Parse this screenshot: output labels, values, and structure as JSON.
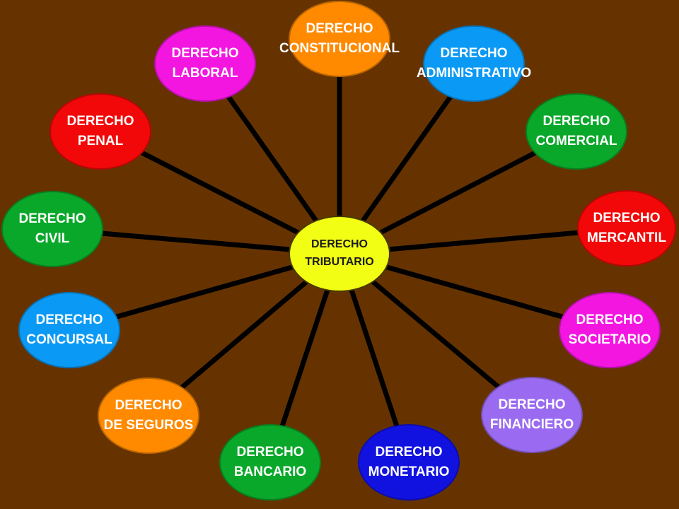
{
  "diagram": {
    "background": "#663300",
    "center": {
      "line1": "DERECHO",
      "line2": "TRIBUTARIO",
      "color": "#f2ff14"
    },
    "nodes": [
      {
        "id": "constitucional",
        "line1": "DERECHO",
        "line2": "CONSTITUCIONAL",
        "color": "#ff8a00"
      },
      {
        "id": "administrativo",
        "line1": "DERECHO",
        "line2": "ADMINISTRATIVO",
        "color": "#0a9af5"
      },
      {
        "id": "comercial",
        "line1": "DERECHO",
        "line2": "COMERCIAL",
        "color": "#0aa82a"
      },
      {
        "id": "mercantil",
        "line1": "DERECHO",
        "line2": "MERCANTIL",
        "color": "#f20808"
      },
      {
        "id": "societario",
        "line1": "DERECHO",
        "line2": "SOCIETARIO",
        "color": "#f316e0"
      },
      {
        "id": "financiero",
        "line1": "DERECHO",
        "line2": "FINANCIERO",
        "color": "#9a6bf0"
      },
      {
        "id": "monetario",
        "line1": "DERECHO",
        "line2": "MONETARIO",
        "color": "#1212e0"
      },
      {
        "id": "bancario",
        "line1": "DERECHO",
        "line2": "BANCARIO",
        "color": "#0aa82a"
      },
      {
        "id": "seguros",
        "line1": "DERECHO",
        "line2": "DE SEGUROS",
        "color": "#ff8a00"
      },
      {
        "id": "concursal",
        "line1": "DERECHO",
        "line2": "CONCURSAL",
        "color": "#0a9af5"
      },
      {
        "id": "civil",
        "line1": "DERECHO",
        "line2": "CIVIL",
        "color": "#0aa82a"
      },
      {
        "id": "penal",
        "line1": "DERECHO",
        "line2": "PENAL",
        "color": "#f20808"
      },
      {
        "id": "laboral",
        "line1": "DERECHO",
        "line2": "LABORAL",
        "color": "#f316e0"
      }
    ]
  }
}
